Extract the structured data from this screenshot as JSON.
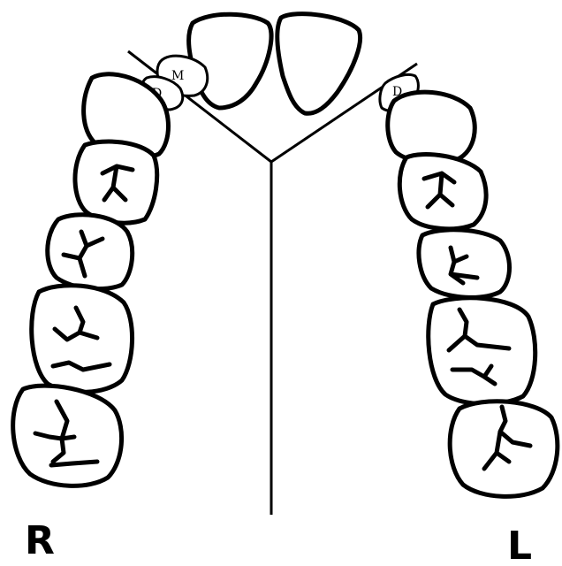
{
  "labels": {
    "right_side": "R",
    "left_side": "L",
    "mesial_mark": "M",
    "distal_mark_right": "D",
    "distal_mark_left": "D"
  }
}
